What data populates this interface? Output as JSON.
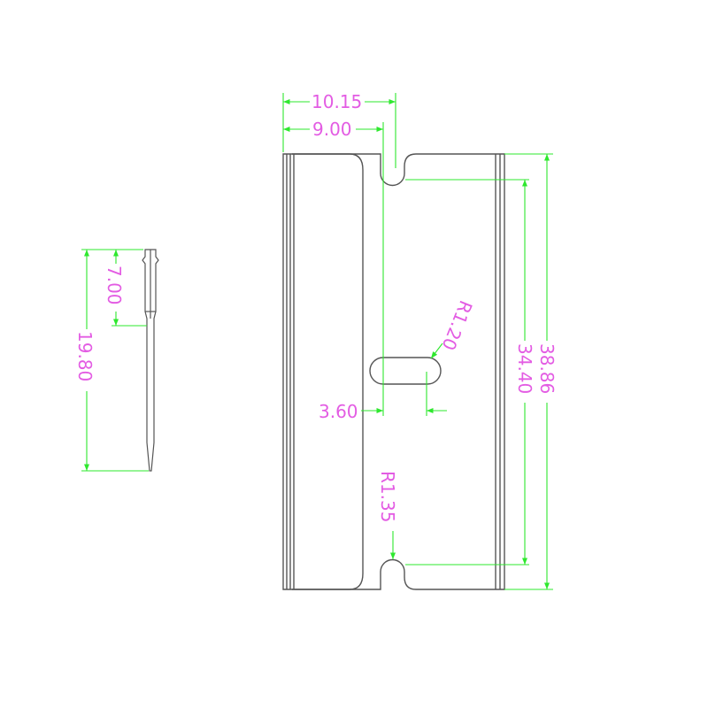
{
  "colors": {
    "outline": "#555555",
    "dimension": "#2ee82e",
    "text": "#e35ce3",
    "background": "#ffffff"
  },
  "dimensions": {
    "top_width_overall": "10.15",
    "top_width_inner": "9.00",
    "height_overall": "38.86",
    "height_inner": "34.40",
    "slot_radius": "R1.20",
    "slot_offset": "3.60",
    "notch_radius": "R1.35",
    "side_short": "7.00",
    "side_long": "19.80"
  }
}
